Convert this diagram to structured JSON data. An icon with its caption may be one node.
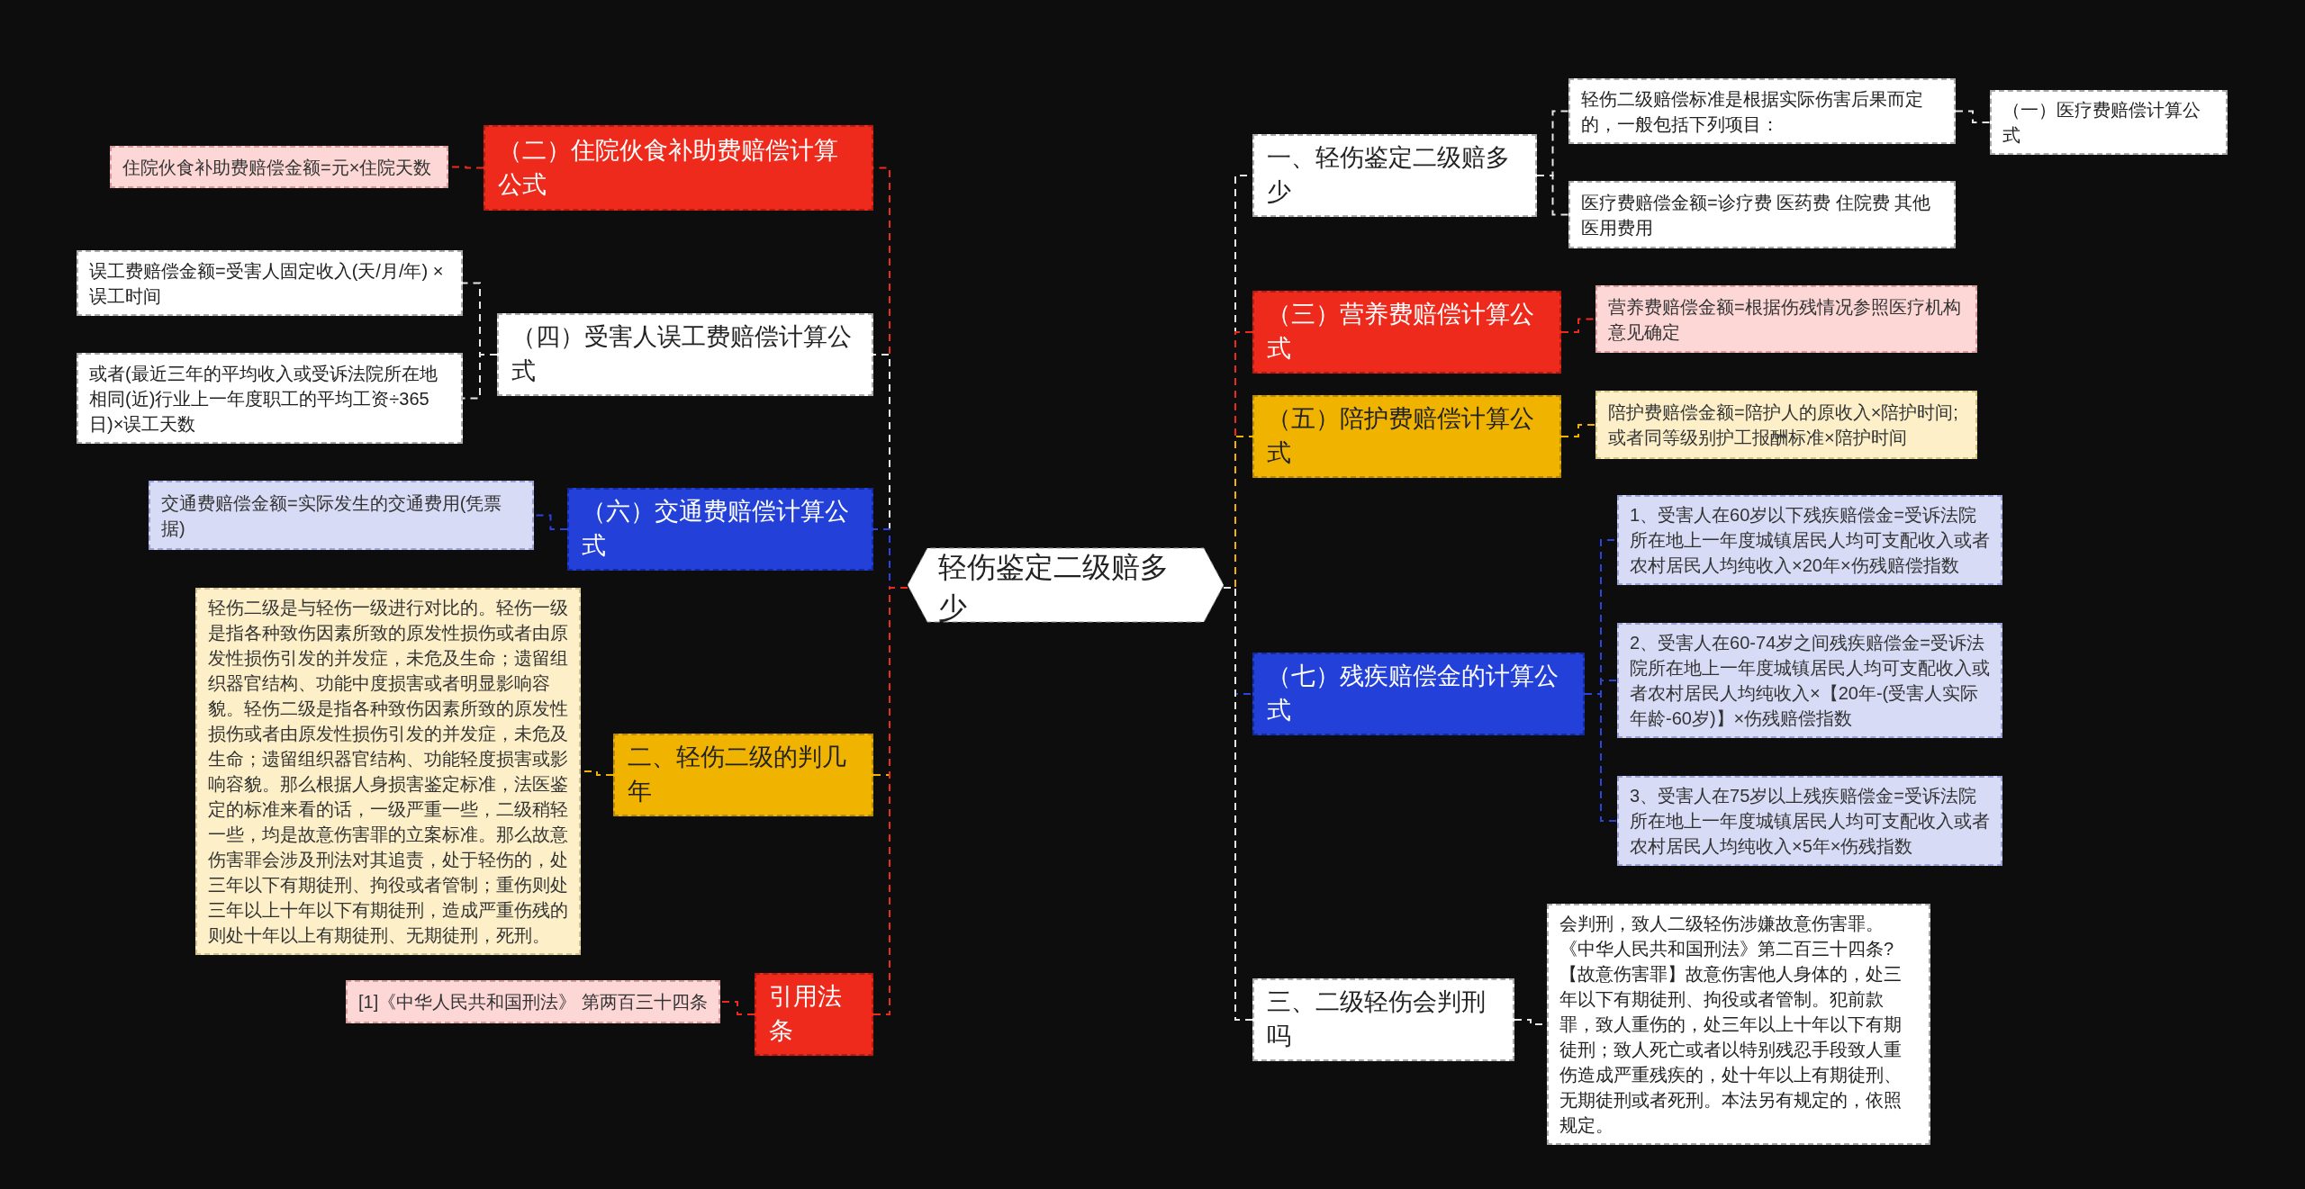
{
  "diagram": {
    "nodes": [
      {
        "text": [
          "轻伤鉴定二级赔多少"
        ]
      },
      {
        "text": [
          "（二）住院伙食补助费赔偿计算公式"
        ]
      },
      {
        "text": [
          "住院伙食补助费赔偿金额=元×住院天数"
        ]
      },
      {
        "text": [
          "（四）受害人误工费赔偿计算公式"
        ]
      },
      {
        "text": [
          "误工费赔偿金额=受害人固定收入(天/月/年) ×误工时间"
        ]
      },
      {
        "text": [
          "或者(最近三年的平均收入或受诉法院所在地相同(近)行业上一年度职工的平均工资÷365日)×误工天数"
        ]
      },
      {
        "text": [
          "（六）交通费赔偿计算公式"
        ]
      },
      {
        "text": [
          "交通费赔偿金额=实际发生的交通费用(凭票据)"
        ]
      },
      {
        "text": [
          "二、轻伤二级的判几年"
        ]
      },
      {
        "text": [
          "轻伤二级是与轻伤一级进行对比的。轻伤一级是指各种致伤因素所致的原发性损伤或者由原发性损伤引发的并发症，未危及生命；遗留组织器官结构、功能中度损害或者明显影响容貌。轻伤二级是指各种致伤因素所致的原发性损伤或者由原发性损伤引发的并发症，未危及生命；遗留组织器官结构、功能轻度损害或影响容貌。那么根据人身损害鉴定标准，法医鉴定的标准来看的话，一级严重一些，二级稍轻一些，均是故意伤害罪的立案标准。那么故意伤害罪会涉及刑法对其追责，处于轻伤的，处三年以下有期徒刑、拘役或者管制；重伤则处三年以上十年以下有期徒刑，造成严重伤残的则处十年以上有期徒刑、无期徒刑，死刑。"
        ]
      },
      {
        "text": [
          "引用法条"
        ]
      },
      {
        "text": [
          "[1]《中华人民共和国刑法》 第两百三十四条"
        ]
      },
      {
        "text": [
          "一、轻伤鉴定二级赔多少"
        ]
      },
      {
        "text": [
          "轻伤二级赔偿标准是根据实际伤害后果而定的，一般包括下列项目："
        ]
      },
      {
        "text": [
          "（一）医疗费赔偿计算公式"
        ]
      },
      {
        "text": [
          "医疗费赔偿金额=诊疗费 医药费 住院费 其他医用费用"
        ]
      },
      {
        "text": [
          "（三）营养费赔偿计算公式"
        ]
      },
      {
        "text": [
          "营养费赔偿金额=根据伤残情况参照医疗机构意见确定"
        ]
      },
      {
        "text": [
          "（五）陪护费赔偿计算公式"
        ]
      },
      {
        "text": [
          "陪护费赔偿金额=陪护人的原收入×陪护时间;或者同等级别护工报酬标准×陪护时间"
        ]
      },
      {
        "text": [
          "（七）残疾赔偿金的计算公式"
        ]
      },
      {
        "text": [
          "1、受害人在60岁以下残疾赔偿金=受诉法院所在地上一年度城镇居民人均可支配收入或者农村居民人均纯收入×20年×伤残赔偿指数"
        ]
      },
      {
        "text": [
          "2、受害人在60-74岁之间残疾赔偿金=受诉法院所在地上一年度城镇居民人均可支配收入或者农村居民人均纯收入×【20年-(受害人实际年龄-60岁)】×伤残赔偿指数"
        ]
      },
      {
        "text": [
          "3、受害人在75岁以上残疾赔偿金=受诉法院所在地上一年度城镇居民人均可支配收入或者农村居民人均纯收入×5年×伤残指数"
        ]
      },
      {
        "text": [
          "三、二级轻伤会判刑吗"
        ]
      },
      {
        "text": [
          "会判刑，致人二级轻伤涉嫌故意伤害罪。《中华人民共和国刑法》第二百三十四条?【故意伤害罪】故意伤害他人身体的，处三年以下有期徒刑、拘役或者管制。犯前款罪，致人重伤的，处三年以上十年以下有期徒刑；致人死亡或者以特别残忍手段致人重伤造成严重残疾的，处十年以上有期徒刑、无期徒刑或者死刑。本法另有规定的，依照规定。"
        ]
      }
    ],
    "edges": [
      {
        "from": 0,
        "to": 1,
        "arrow": "none",
        "color": "#ee2a1c"
      },
      {
        "from": 1,
        "to": 2,
        "arrow": "none",
        "color": "#ee2a1c"
      },
      {
        "from": 0,
        "to": 3,
        "arrow": "none"
      },
      {
        "from": 3,
        "to": 4,
        "arrow": "none"
      },
      {
        "from": 3,
        "to": 5,
        "arrow": "none"
      },
      {
        "from": 0,
        "to": 6,
        "arrow": "none",
        "color": "#2a44e0"
      },
      {
        "from": 6,
        "to": 7,
        "arrow": "none",
        "color": "#2a44e0"
      },
      {
        "from": 0,
        "to": 8,
        "arrow": "none",
        "color": "#f0b400"
      },
      {
        "from": 8,
        "to": 9,
        "arrow": "none",
        "color": "#f0b400"
      },
      {
        "from": 0,
        "to": 10,
        "arrow": "none",
        "color": "#ee2a1c"
      },
      {
        "from": 10,
        "to": 11,
        "arrow": "none",
        "color": "#ee2a1c"
      },
      {
        "from": 0,
        "to": 12,
        "arrow": "none"
      },
      {
        "from": 12,
        "to": 13,
        "arrow": "none"
      },
      {
        "from": 13,
        "to": 14,
        "arrow": "none"
      },
      {
        "from": 12,
        "to": 15,
        "arrow": "none"
      },
      {
        "from": 0,
        "to": 16,
        "arrow": "none",
        "color": "#ee2a1c"
      },
      {
        "from": 16,
        "to": 17,
        "arrow": "none",
        "color": "#ee2a1c"
      },
      {
        "from": 0,
        "to": 18,
        "arrow": "none",
        "color": "#f0b400"
      },
      {
        "from": 18,
        "to": 19,
        "arrow": "none",
        "color": "#f0b400"
      },
      {
        "from": 0,
        "to": 20,
        "arrow": "none",
        "color": "#2a44e0"
      },
      {
        "from": 20,
        "to": 21,
        "arrow": "none",
        "color": "#2a44e0"
      },
      {
        "from": 20,
        "to": 22,
        "arrow": "none",
        "color": "#2a44e0"
      },
      {
        "from": 20,
        "to": 23,
        "arrow": "none",
        "color": "#2a44e0"
      },
      {
        "from": 0,
        "to": 24,
        "arrow": "none"
      },
      {
        "from": 24,
        "to": 25,
        "arrow": "none"
      }
    ]
  }
}
